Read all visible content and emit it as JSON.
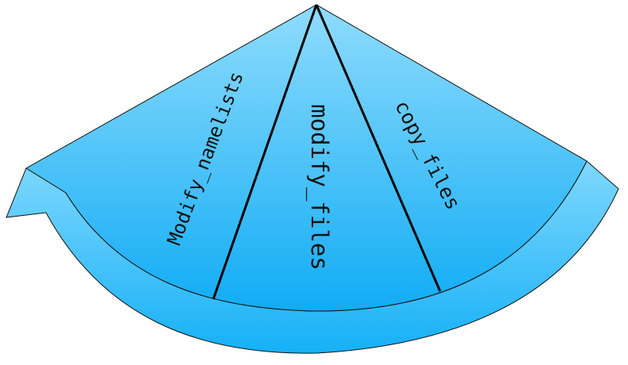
{
  "diagram": {
    "segments": [
      {
        "id": "modify_namelists",
        "label": "Modify_namelists"
      },
      {
        "id": "modify_files",
        "label": "modify_files"
      },
      {
        "id": "copy_files",
        "label": "copy_files"
      }
    ],
    "flow_direction": "counter-clockwise",
    "colors": {
      "fill_top": "#7fd6fb",
      "fill_bottom": "#13aef6",
      "outline": "#111111",
      "divider": "#000000",
      "text": "#111111"
    }
  }
}
